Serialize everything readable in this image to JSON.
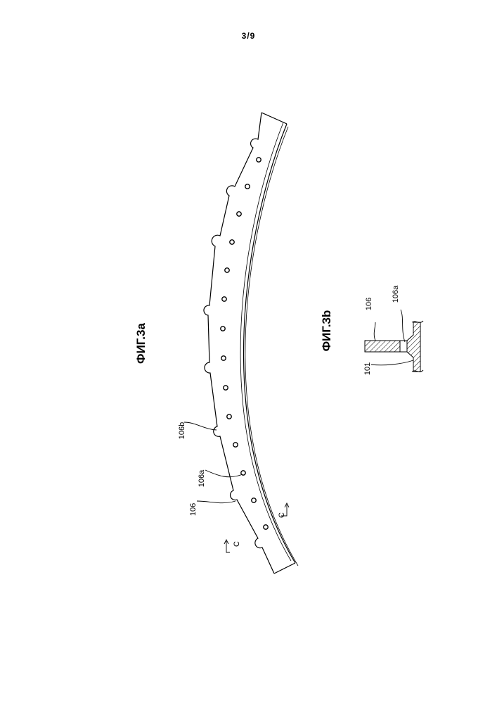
{
  "page": {
    "number": "3/9"
  },
  "figure_a": {
    "title": "ФИГ.3a",
    "labels": {
      "part": "106",
      "hole": "106a",
      "notch": "106b"
    },
    "section_marker": "C"
  },
  "figure_b": {
    "title": "ФИГ.3b",
    "labels": {
      "part": "106",
      "hole": "106a",
      "base": "101"
    }
  }
}
